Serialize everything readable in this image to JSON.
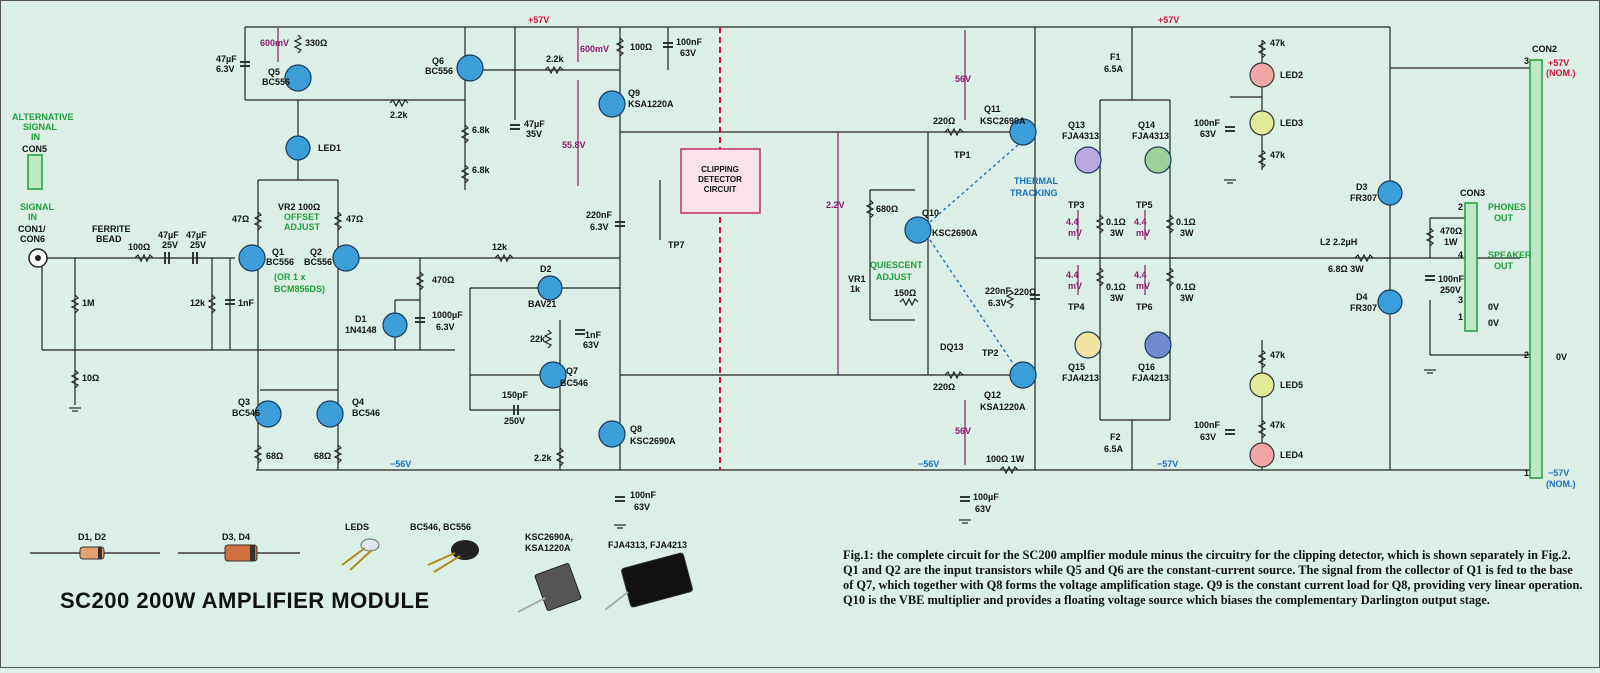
{
  "title": "SC200 200W AMPLIFIER MODULE",
  "caption": "Fig.1: the complete circuit for the SC200 amplfier module minus the circuitry for the clipping detector, which is shown separately in Fig.2. Q1 and Q2 are the input transistors while Q5 and Q6 are the constant-current source. The signal from the collector of Q1 is fed to the base of Q7, which together with Q8 forms the voltage amplification stage. Q9 is the constant current load for Q8, providing very linear operation. Q10 is the VBE multiplier and provides a floating voltage source which biases the complementary Darlington output stage.",
  "colors": {
    "rail": "#d0103a",
    "neg": "#1a6fc0",
    "note": "#1e9e3a",
    "voltage": "#8a1a6a",
    "transistor": "#3b9ed9",
    "background": "#dcefe6"
  },
  "rails": {
    "pos_left": "+57V",
    "pos_right": "+57V",
    "neg1": "−56V",
    "neg2": "−56V",
    "neg3": "−57V"
  },
  "inputs": {
    "alt": [
      "ALTERNATIVE",
      "SIGNAL",
      "IN"
    ],
    "alt_con": "CON5",
    "sig": [
      "SIGNAL",
      "IN"
    ],
    "sig_con": [
      "CON1/",
      "CON6"
    ],
    "ferrite": [
      "FERRITE",
      "BEAD"
    ]
  },
  "connectors": {
    "con2": "CON2",
    "con2_top": "+57V",
    "con2_top_nom": "(NOM.)",
    "con2_bot": "−57V",
    "con2_bot_nom": "(NOM.)",
    "con3": "CON3",
    "phones": [
      "PHONES",
      "OUT"
    ],
    "speaker": [
      "SPEAKER",
      "OUT"
    ],
    "ov": "0V"
  },
  "blocks": {
    "clip": [
      "CLIPPING",
      "DETECTOR",
      "CIRCUIT"
    ],
    "thermal": [
      "THERMAL",
      "TRACKING"
    ],
    "quiescent": [
      "QUIESCENT",
      "ADJUST"
    ],
    "offset": [
      "OFFSET",
      "ADJUST"
    ],
    "or1": [
      "(OR 1 x",
      "BCM856DS)"
    ]
  },
  "transistors": [
    {
      "id": "Q1",
      "part": "BC556"
    },
    {
      "id": "Q2",
      "part": "BC556"
    },
    {
      "id": "Q3",
      "part": "BC546"
    },
    {
      "id": "Q4",
      "part": "BC546"
    },
    {
      "id": "Q5",
      "part": "BC556"
    },
    {
      "id": "Q6",
      "part": "BC556"
    },
    {
      "id": "Q7",
      "part": "BC546"
    },
    {
      "id": "Q8",
      "part": "KSC2690A"
    },
    {
      "id": "Q9",
      "part": "KSA1220A"
    },
    {
      "id": "Q10",
      "part": "KSC2690A"
    },
    {
      "id": "Q11",
      "part": "KSC2690A"
    },
    {
      "id": "Q12",
      "part": "KSA1220A"
    },
    {
      "id": "Q13",
      "part": "FJA4313"
    },
    {
      "id": "Q14",
      "part": "FJA4313"
    },
    {
      "id": "Q15",
      "part": "FJA4213"
    },
    {
      "id": "Q16",
      "part": "FJA4213"
    }
  ],
  "labels": {
    "r330": "330Ω",
    "c47": "47µF",
    "c47v": "6.3V",
    "mv600a": "600mV",
    "mv600b": "600mV",
    "r22k_a": "2.2k",
    "r22k_b": "2.2k",
    "r100": "100Ω",
    "c100n": "100nF",
    "c63v": "63V",
    "r68k_a": "6.8k",
    "r68k_b": "6.8k",
    "c47_35": "47µF",
    "v35": "35V",
    "v558": "55.8V",
    "led1": "LED1",
    "vr2": "VR2 100Ω",
    "r47a": "47Ω",
    "r47b": "47Ω",
    "r100b": "100Ω",
    "c47_25a": "47µF",
    "c47_25b": "47µF",
    "v25a": "25V",
    "v25b": "25V",
    "r1m": "1M",
    "r10": "10Ω",
    "r12k_a": "12k",
    "c1n": "1nF",
    "r12k_b": "12k",
    "r470": "470Ω",
    "d1": "D1",
    "d1p": "1N4148",
    "c1000": "1000µF",
    "c1000v": "6.3V",
    "d2": "D2",
    "d2p": "BAV21",
    "r22k": "22k",
    "c1n_b": "1nF",
    "v63b": "63V",
    "c150p": "150pF",
    "v250": "250V",
    "r22k_c": "2.2k",
    "r68a": "68Ω",
    "r68b": "68Ω",
    "c220n": "220nF",
    "v63c": "6.3V",
    "tp7": "TP7",
    "c100n_b": "100nF",
    "v63d": "63V",
    "v56a": "56V",
    "v56b": "56V",
    "v22": "2.2V",
    "r680": "680Ω",
    "vr1": "VR1",
    "vr1k": "1k",
    "r150": "150Ω",
    "r220a": "220Ω",
    "r220b": "220Ω",
    "r220c": "220Ω",
    "c220n_b": "220nF",
    "v63e": "6.3V",
    "tp1": "TP1",
    "tp2": "TP2",
    "tp3": "TP3",
    "tp4": "TP4",
    "tp5": "TP5",
    "tp6": "TP6",
    "dq13": "DQ13",
    "r01a": "0.1Ω",
    "r01b": "0.1Ω",
    "r01c": "0.1Ω",
    "r01d": "0.1Ω",
    "w3a": "3W",
    "w3b": "3W",
    "w3c": "3W",
    "w3d": "3W",
    "mv44a": "4.4",
    "mv44b": "4.4",
    "mv44c": "4.4",
    "mv44d": "4.4",
    "mva": "mV",
    "mvb": "mV",
    "mvc": "mV",
    "mvd": "mV",
    "f1": "F1",
    "f1a": "6.5A",
    "f2": "F2",
    "f2a": "6.5A",
    "r47k_a": "47k",
    "r47k_b": "47k",
    "r47k_c": "47k",
    "r47k_d": "47k",
    "led2": "LED2",
    "led3": "LED3",
    "led4": "LED4",
    "led5": "LED5",
    "c100n_c": "100nF",
    "v63f": "63V",
    "c100n_d": "100nF",
    "v63g": "63V",
    "r100w": "100Ω 1W",
    "c100u": "100µF",
    "v63h": "63V",
    "d3": "D3",
    "d3p": "FR307",
    "d4": "D4",
    "d4p": "FR307",
    "l2": "L2 2.2µH",
    "r68w": "6.8Ω 3W",
    "r470w": "470Ω",
    "w1": "1W",
    "c100n_e": "100nF",
    "v250b": "250V",
    "ov1": "0V",
    "ov2": "0V",
    "ov3": "0V",
    "p1": "1",
    "p2": "2",
    "p3": "3",
    "p4": "4",
    "p2b": "2",
    "p3b": "3",
    "p1b": "1"
  },
  "legend": {
    "d12": "D1, D2",
    "d34": "D3, D4",
    "leds": "LEDS",
    "bc": "BC546, BC556",
    "ksc": [
      "KSC2690A,",
      "KSA1220A"
    ],
    "fja": "FJA4313, FJA4213"
  }
}
